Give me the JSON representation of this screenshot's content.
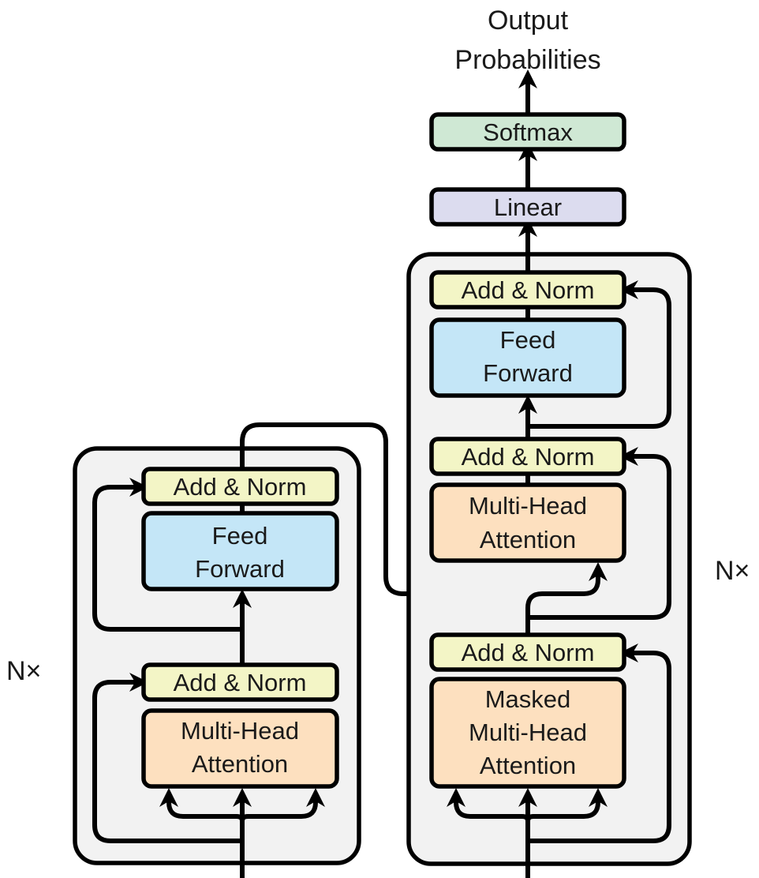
{
  "output": {
    "line1": "Output",
    "line2": "Probabilities"
  },
  "decoder": {
    "softmax": "Softmax",
    "linear": "Linear",
    "add_norm_top": "Add & Norm",
    "feed_forward_l1": "Feed",
    "feed_forward_l2": "Forward",
    "add_norm_mid": "Add & Norm",
    "cross_attention_l1": "Multi-Head",
    "cross_attention_l2": "Attention",
    "add_norm_bottom": "Add & Norm",
    "masked_attention_l1": "Masked",
    "masked_attention_l2": "Multi-Head",
    "masked_attention_l3": "Attention",
    "repeat_label": "N×"
  },
  "encoder": {
    "add_norm_top": "Add & Norm",
    "feed_forward_l1": "Feed",
    "feed_forward_l2": "Forward",
    "add_norm_bottom": "Add & Norm",
    "attention_l1": "Multi-Head",
    "attention_l2": "Attention",
    "repeat_label": "N×"
  },
  "colors": {
    "add_norm": "#f3f5c6",
    "feed_forward": "#c4e6f7",
    "attention": "#fde0bf",
    "linear": "#dcdcef",
    "softmax": "#cfe8d4",
    "frame": "#f2f2f2"
  }
}
